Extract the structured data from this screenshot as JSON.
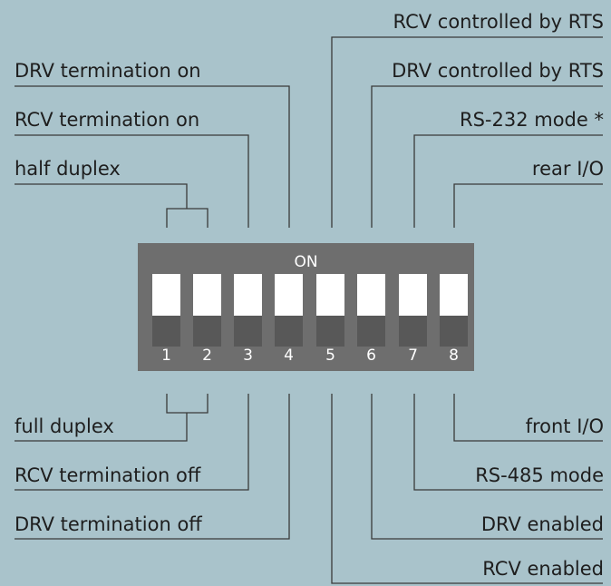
{
  "dip_switch": {
    "on_label": "ON",
    "numbers": [
      "1",
      "2",
      "3",
      "4",
      "5",
      "6",
      "7",
      "8"
    ]
  },
  "labels_top_left": {
    "drv_termination_on": "DRV termination on",
    "rcv_termination_on": "RCV termination on",
    "half_duplex": "half duplex"
  },
  "labels_top_right": {
    "rcv_controlled_by_rts": "RCV controlled by RTS",
    "drv_controlled_by_rts": "DRV controlled by RTS",
    "rs232_mode": "RS-232 mode *",
    "rear_io": "rear I/O"
  },
  "labels_bottom_left": {
    "full_duplex": "full duplex",
    "rcv_termination_off": "RCV termination off",
    "drv_termination_off": "DRV termination off"
  },
  "labels_bottom_right": {
    "front_io": "front I/O",
    "rs485_mode": "RS-485 mode",
    "drv_enabled": "DRV enabled",
    "rcv_enabled": "RCV enabled"
  },
  "colors": {
    "background": "#a9c3cb",
    "switch_body": "#6e6e6e",
    "switch_knob": "#ffffff",
    "lines": "#3a3a3a"
  }
}
